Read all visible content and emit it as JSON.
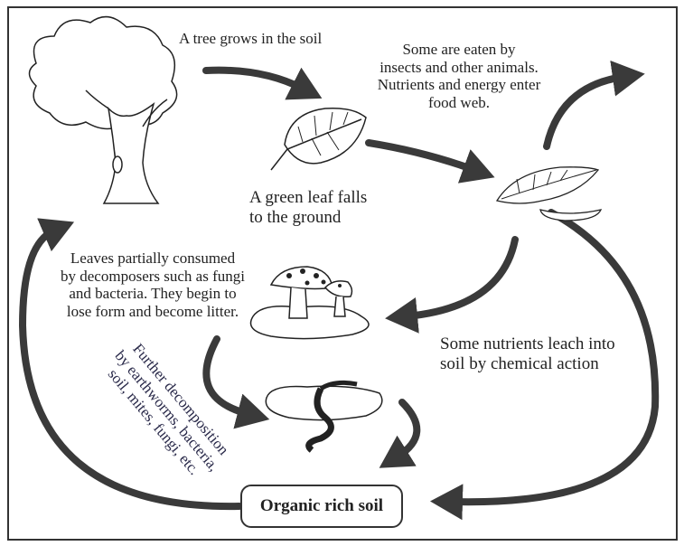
{
  "labels": {
    "tree_grows": "A tree grows in the soil",
    "eaten": [
      "Some are eaten by",
      "insects and other animals.",
      "Nutrients and energy enter",
      "food web."
    ],
    "leaf_falls": [
      "A green leaf falls",
      "to the ground"
    ],
    "partially_consumed": [
      "Leaves partially consumed",
      "by decomposers such as fungi",
      "and bacteria. They begin to",
      "lose form and become litter."
    ],
    "leach": [
      "Some nutrients leach into",
      "soil by chemical action"
    ],
    "further": [
      "Further decomposition",
      "by earthworms, bacteria,",
      "soil, mites, fungi, etc."
    ],
    "soil": "Organic rich soil"
  },
  "colors": {
    "arrow": "#3a3a3a",
    "border": "#333333",
    "rotated_text": "#2a2a4a"
  }
}
